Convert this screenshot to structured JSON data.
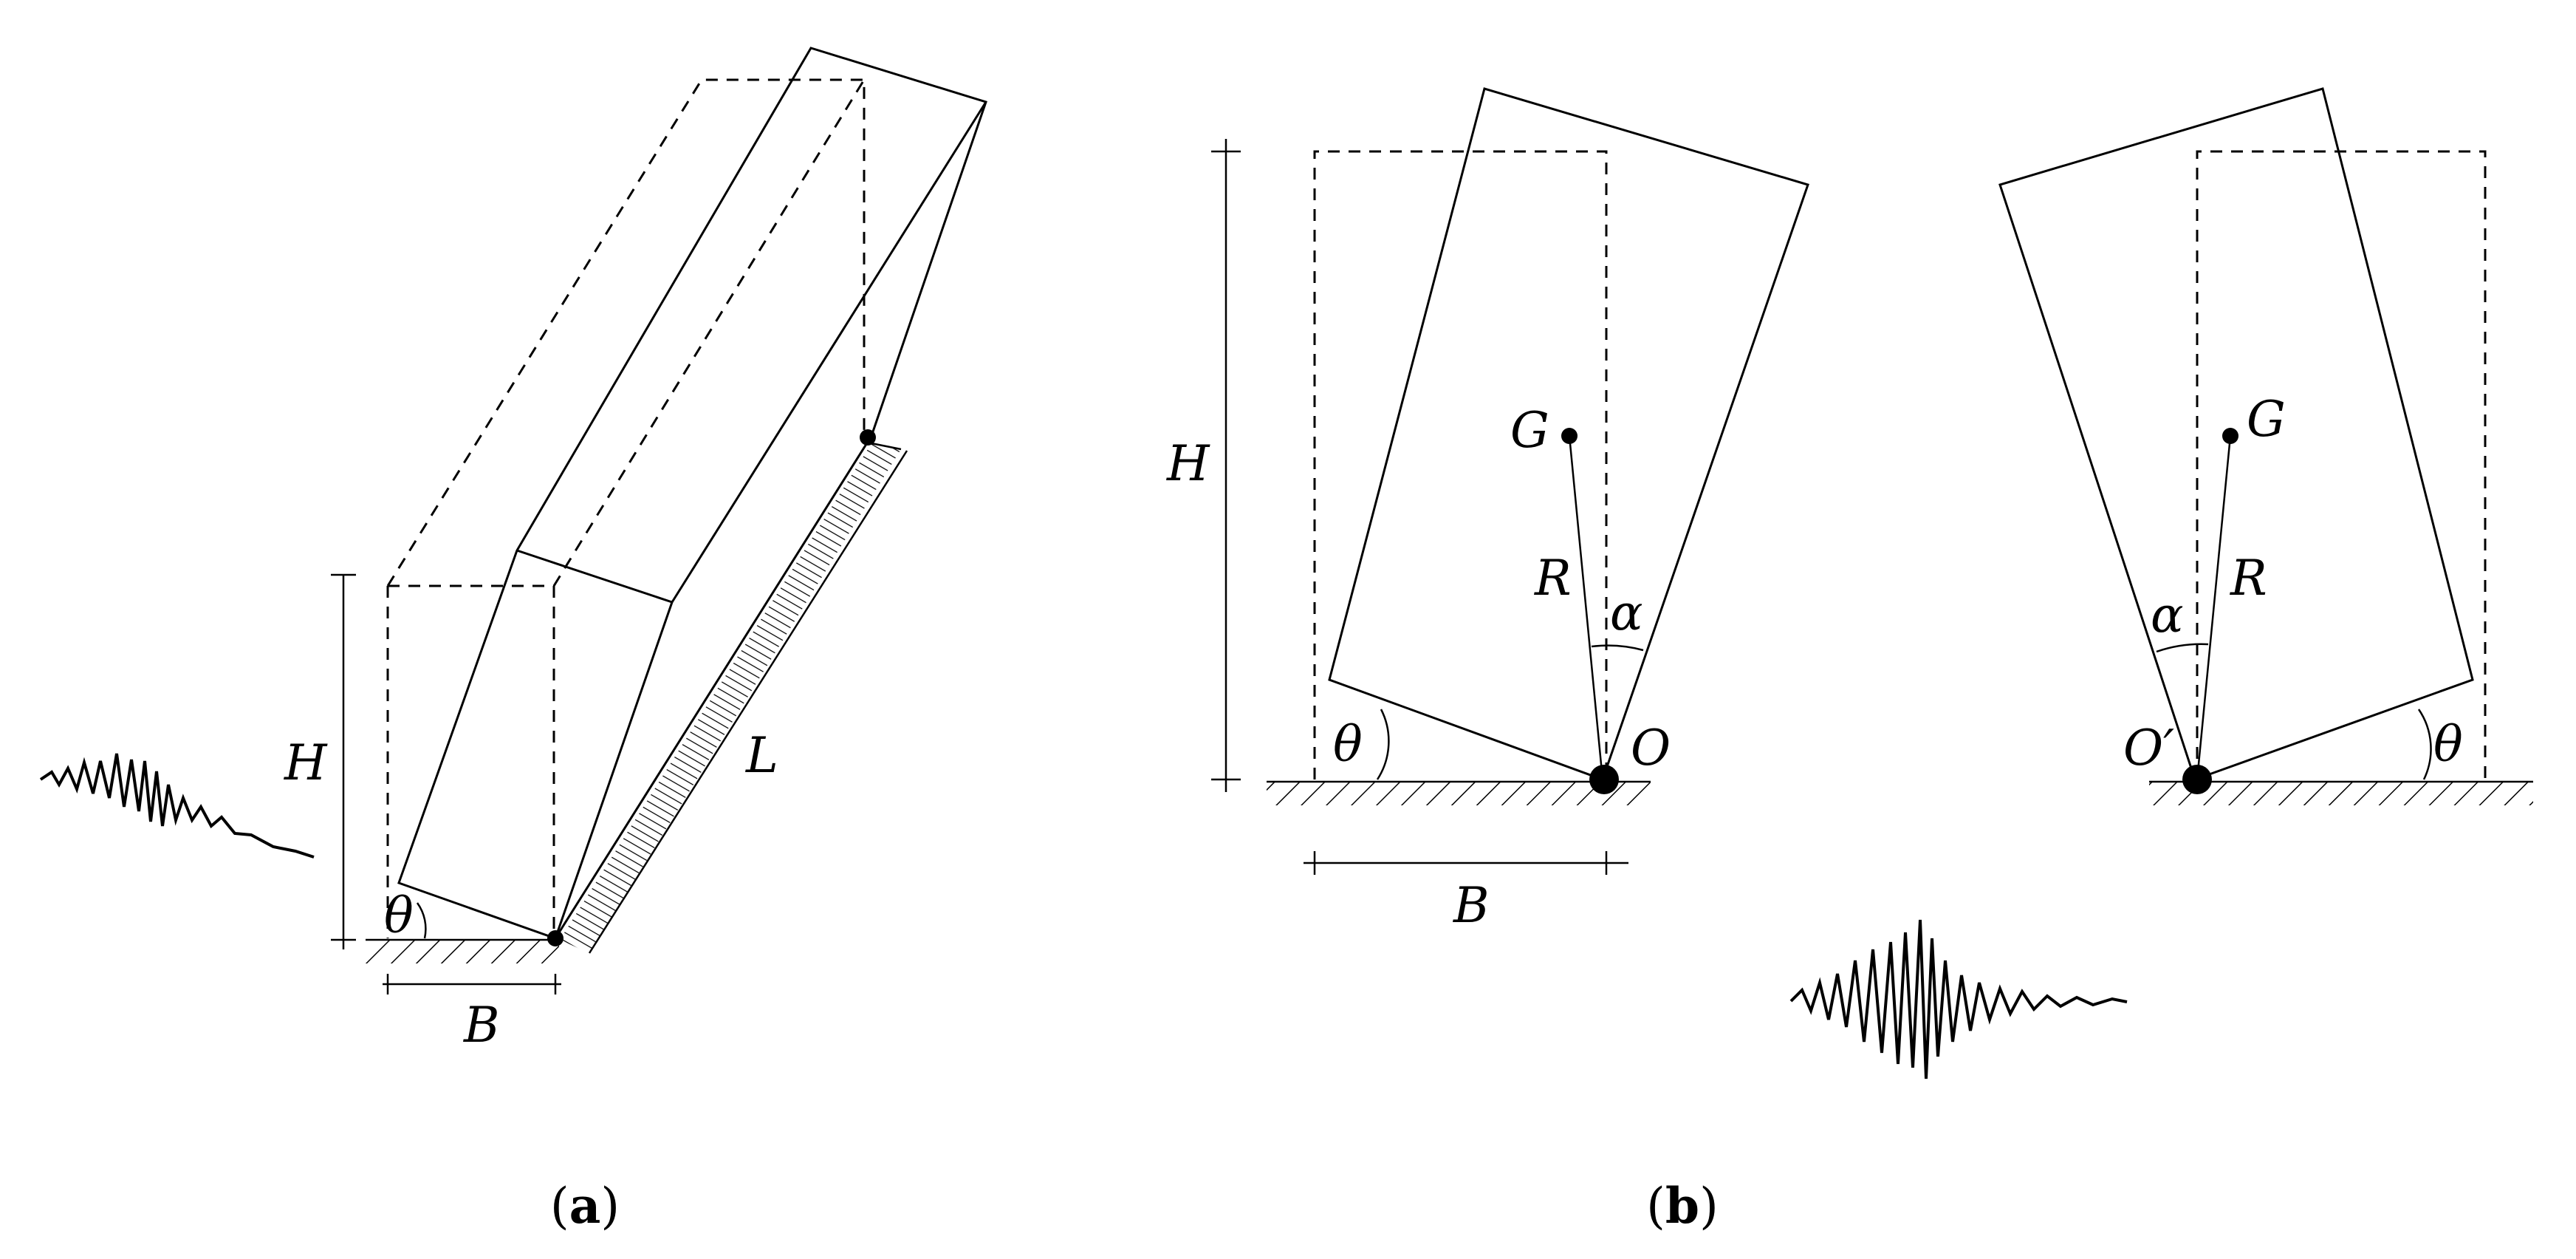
{
  "panel_a": {
    "caption_open": "(",
    "caption_letter": "a",
    "caption_close": ")",
    "labels": {
      "H": "H",
      "L": "L",
      "B": "B",
      "theta": "θ"
    }
  },
  "panel_b": {
    "caption_open": "(",
    "caption_letter": "b",
    "caption_close": ")",
    "left": {
      "H": "H",
      "G": "G",
      "R": "R",
      "alpha": "α",
      "theta": "θ",
      "O": "O",
      "B": "B"
    },
    "right": {
      "G": "G",
      "R": "R",
      "alpha": "α",
      "theta": "θ",
      "O": "O′"
    }
  }
}
